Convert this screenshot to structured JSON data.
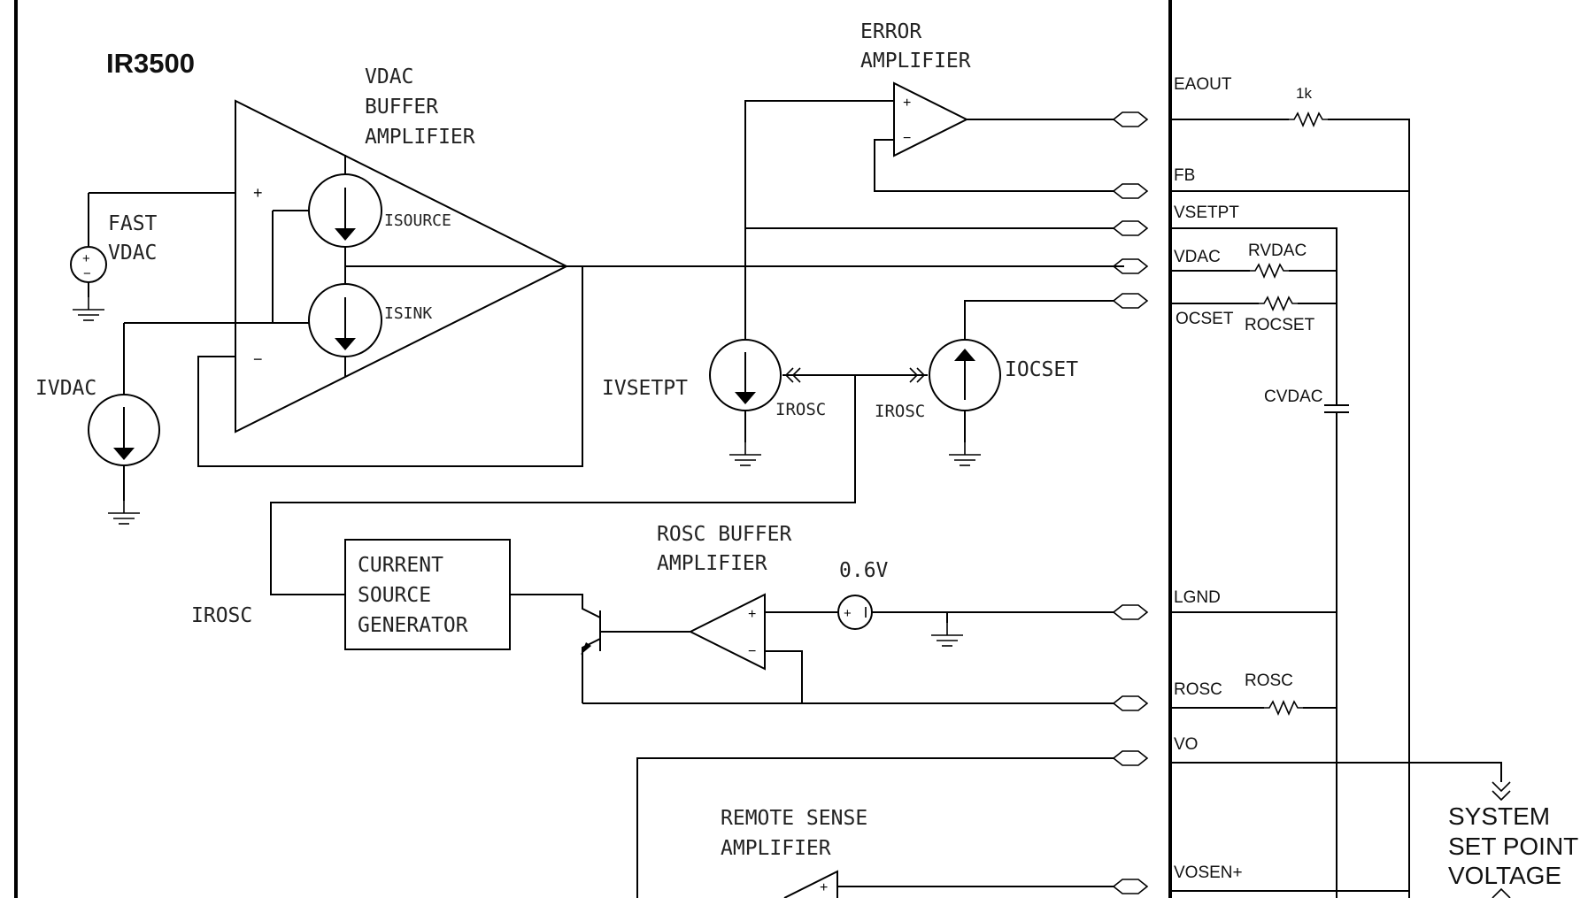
{
  "chip": {
    "name": "IR3500"
  },
  "blocks": {
    "vdac_buffer": [
      "VDAC",
      "BUFFER",
      "AMPLIFIER"
    ],
    "error_amp": [
      "ERROR",
      "AMPLIFIER"
    ],
    "rosc_buffer": [
      "ROSC BUFFER",
      "AMPLIFIER"
    ],
    "remote_sense": [
      "REMOTE SENSE",
      "AMPLIFIER"
    ],
    "current_source_generator": [
      "CURRENT",
      "SOURCE",
      "GENERATOR"
    ],
    "fast_vdac": [
      "FAST",
      "VDAC"
    ],
    "system_set_point": [
      "SYSTEM",
      "SET POINT",
      "VOLTAGE"
    ]
  },
  "sources": {
    "isource": "ISOURCE",
    "isink": "ISINK",
    "ivdac": "IVDAC",
    "ivsetpt": "IVSETPT",
    "iocset": "IOCSET",
    "irosc_left": "IROSC",
    "irosc_right": "IROSC",
    "irosc_gen": "IROSC",
    "ref_voltage": "0.6V"
  },
  "pins": [
    "EAOUT",
    "FB",
    "VSETPT",
    "VDAC",
    "OCSET",
    "LGND",
    "ROSC",
    "VO",
    "VOSEN+"
  ],
  "components": {
    "r_eaout": "1k",
    "rvdac": "RVDAC",
    "rocset": "ROCSET",
    "cvdac": "CVDAC",
    "rosc": "ROSC"
  },
  "signs": {
    "plus": "+",
    "minus": "−"
  }
}
